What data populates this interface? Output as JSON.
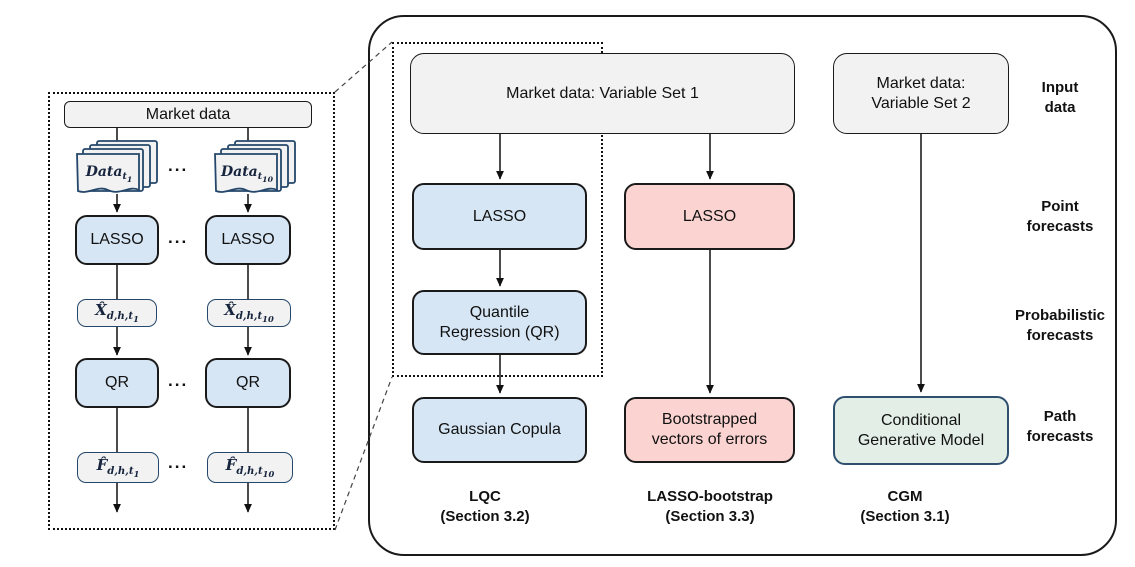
{
  "left_panel": {
    "market_data": "Market data",
    "dots": "...",
    "docs": [
      {
        "base": "Data",
        "sub": "t",
        "subsub": "1"
      },
      {
        "base": "Data",
        "sub": "t",
        "subsub": "10"
      }
    ],
    "lasso": [
      "LASSO",
      "LASSO"
    ],
    "xhat": [
      {
        "base": "X̂",
        "sub": "d,h,t",
        "subsub": "1"
      },
      {
        "base": "X̂",
        "sub": "d,h,t",
        "subsub": "10"
      }
    ],
    "qr": [
      "QR",
      "QR"
    ],
    "fhat": [
      {
        "base": "F̂",
        "sub": "d,h,t",
        "subsub": "1"
      },
      {
        "base": "F̂",
        "sub": "d,h,t",
        "subsub": "10"
      }
    ]
  },
  "right_panel": {
    "input_set1": "Market data: Variable Set 1",
    "input_set2": "Market data: Variable Set 2",
    "lasso_lqc": "LASSO",
    "lasso_bootstrap": "LASSO",
    "quantile_regression": "Quantile Regression (QR)",
    "gaussian_copula": "Gaussian Copula",
    "bootstrapped_errors": "Bootstrapped vectors of errors",
    "conditional_generative_model": "Conditional Generative Model",
    "stage_labels": [
      {
        "line1": "Input",
        "line2": "data"
      },
      {
        "line1": "Point",
        "line2": "forecasts"
      },
      {
        "line1": "Probabilistic",
        "line2": "forecasts"
      },
      {
        "line1": "Path",
        "line2": "forecasts"
      }
    ],
    "method_labels": [
      {
        "name": "LQC",
        "section": "(Section 3.2)"
      },
      {
        "name": "LASSO-bootstrap",
        "section": "(Section 3.3)"
      },
      {
        "name": "CGM",
        "section": "(Section 3.1)"
      }
    ]
  },
  "colors": {
    "gray_fill": "#f2f2f2",
    "blue_fill": "#d6e6f4",
    "pink_fill": "#fbd3d1",
    "green_fill": "#e3efe6",
    "navy_border": "#24476b",
    "line": "#111111"
  }
}
